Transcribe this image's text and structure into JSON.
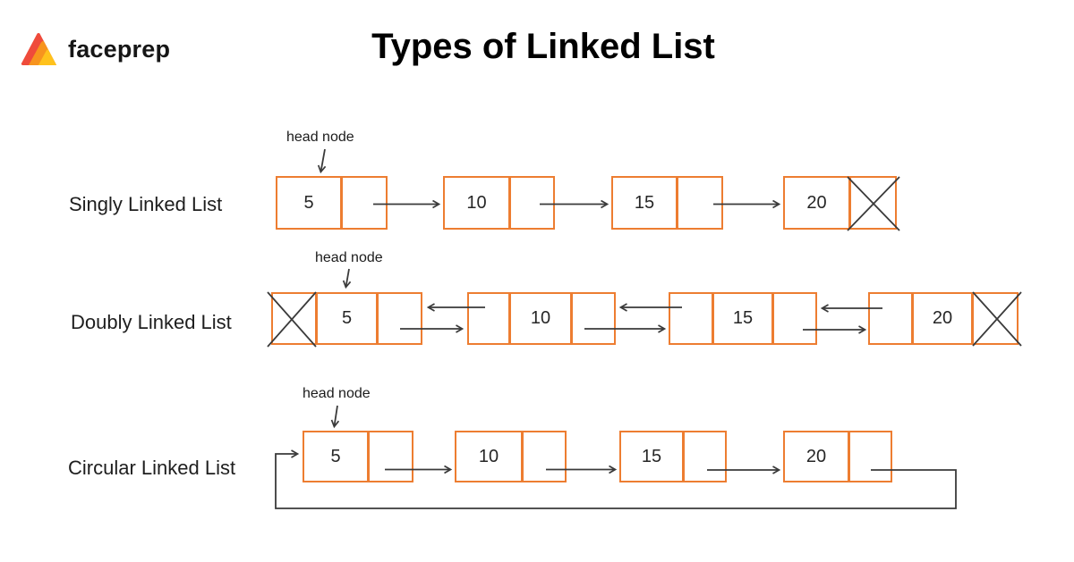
{
  "header": {
    "logo_text": "faceprep",
    "title": "Types of Linked List"
  },
  "rows": [
    {
      "label": "Singly Linked List",
      "head_label": "head node",
      "values": [
        "5",
        "10",
        "15",
        "20"
      ]
    },
    {
      "label": "Doubly Linked List",
      "head_label": "head node",
      "values": [
        "5",
        "10",
        "15",
        "20"
      ]
    },
    {
      "label": "Circular Linked List",
      "head_label": "head node",
      "values": [
        "5",
        "10",
        "15",
        "20"
      ]
    }
  ],
  "colors": {
    "node_border": "#ED7D31",
    "line": "#3A3A3A",
    "logo_red": "#EF4B3B",
    "logo_orange": "#F7941E",
    "logo_yellow": "#FFC21C"
  }
}
